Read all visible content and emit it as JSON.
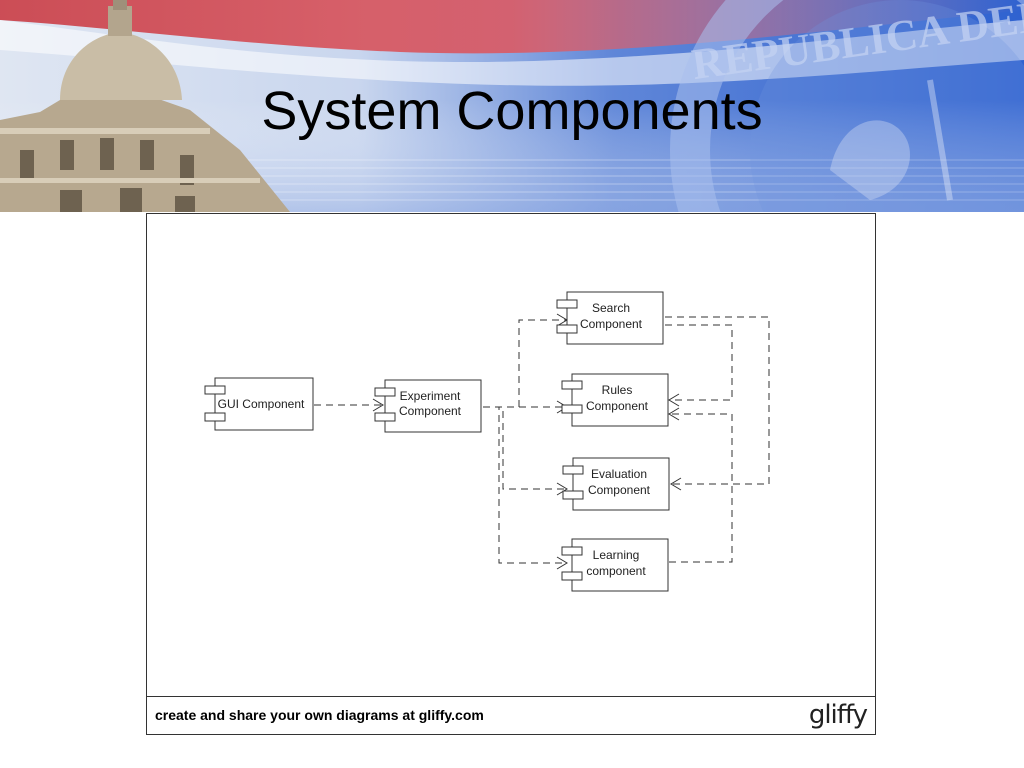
{
  "slide": {
    "title": "System Components"
  },
  "banner": {
    "seal_text": "REPUBLICA DEL PARAG"
  },
  "diagram": {
    "components": [
      {
        "id": "gui",
        "line1": "GUI Component",
        "line2": ""
      },
      {
        "id": "experiment",
        "line1": "Experiment",
        "line2": "Component"
      },
      {
        "id": "search",
        "line1": "Search",
        "line2": "Component"
      },
      {
        "id": "rules",
        "line1": "Rules",
        "line2": "Component"
      },
      {
        "id": "evaluation",
        "line1": "Evaluation",
        "line2": "Component"
      },
      {
        "id": "learning",
        "line1": "Learning",
        "line2": "component"
      }
    ],
    "footer_text": "create and share your own diagrams at gliffy.com",
    "logo_text": "gliffy"
  }
}
